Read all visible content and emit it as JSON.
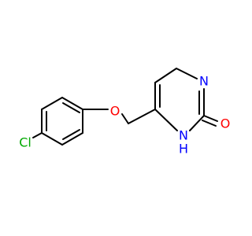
{
  "molecule": {
    "atoms": {
      "chlorine": {
        "label": "Cl",
        "color": "#00a800"
      },
      "ether_oxygen": {
        "label": "O",
        "color": "#ff0000"
      },
      "ring_nitrogen": {
        "label": "N",
        "color": "#0000ff"
      },
      "nh_nitrogen": {
        "label": "N",
        "color": "#0000ff"
      },
      "nh_hydrogen": {
        "label": "H",
        "color": "#0000ff"
      },
      "carbonyl_oxygen": {
        "label": "O",
        "color": "#ff0000"
      }
    },
    "bond_color": "#000000"
  }
}
